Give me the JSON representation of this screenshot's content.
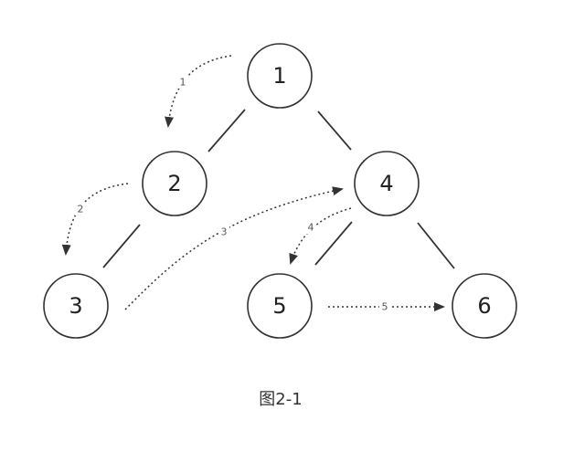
{
  "diagram": {
    "nodes": [
      {
        "id": "1",
        "label": "1"
      },
      {
        "id": "2",
        "label": "2"
      },
      {
        "id": "3",
        "label": "3"
      },
      {
        "id": "4",
        "label": "4"
      },
      {
        "id": "5",
        "label": "5"
      },
      {
        "id": "6",
        "label": "6"
      }
    ],
    "edges": [
      {
        "from": "1",
        "to": "2"
      },
      {
        "from": "1",
        "to": "4"
      },
      {
        "from": "2",
        "to": "3"
      },
      {
        "from": "4",
        "to": "5"
      },
      {
        "from": "4",
        "to": "6"
      }
    ],
    "traversal_steps": [
      {
        "label": "1",
        "from": "1",
        "to": "2"
      },
      {
        "label": "2",
        "from": "2",
        "to": "3"
      },
      {
        "label": "3",
        "from": "3",
        "to": "4"
      },
      {
        "label": "4",
        "from": "4",
        "to": "5"
      },
      {
        "label": "5",
        "from": "5",
        "to": "6"
      }
    ]
  },
  "caption": "图2-1",
  "colors": {
    "stroke": "#333333",
    "background": "#ffffff"
  }
}
